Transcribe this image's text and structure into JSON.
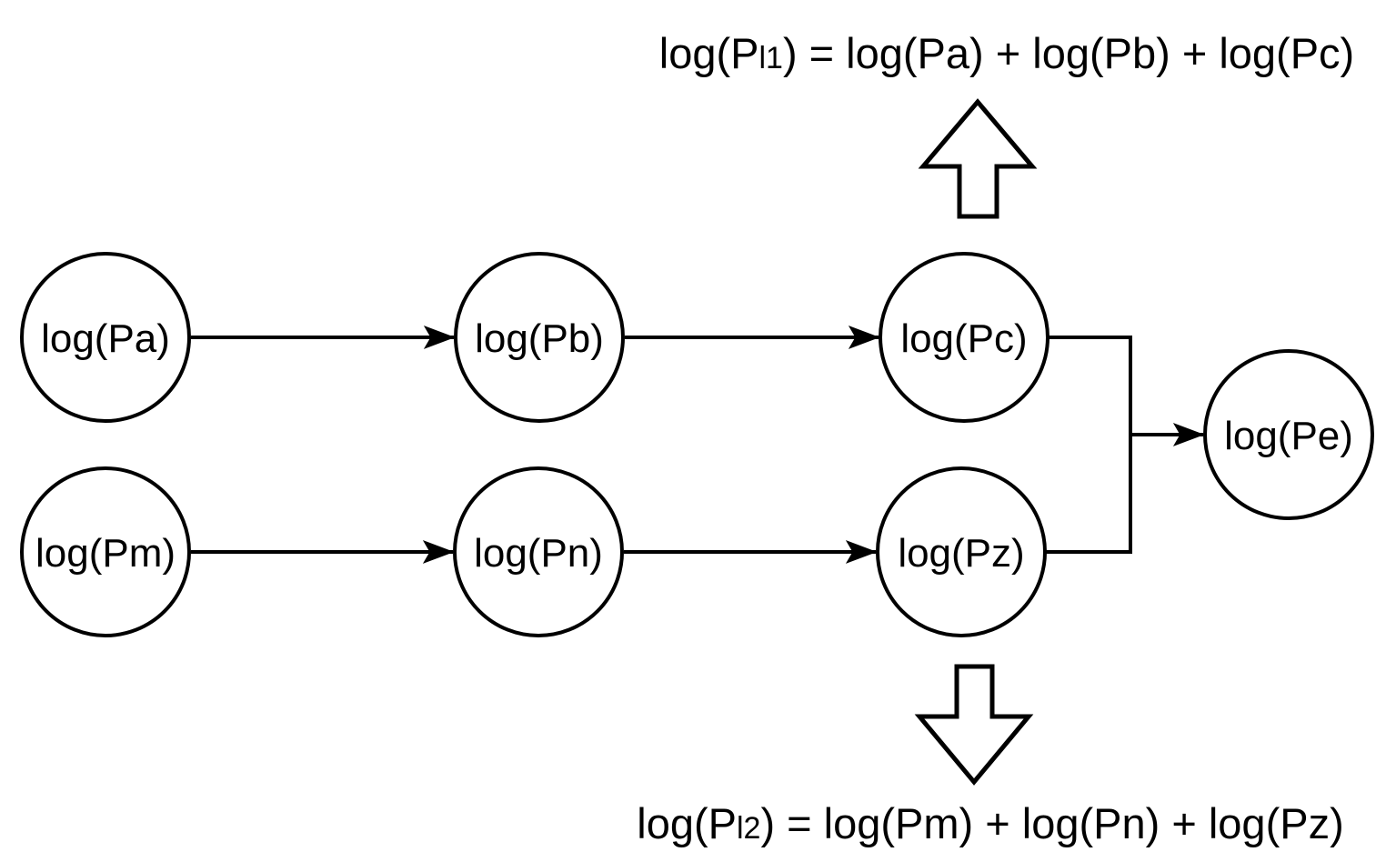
{
  "title": "Log-probability chain diagram",
  "colors": {
    "background": "#ffffff",
    "stroke": "#000000",
    "node_fill": "#ffffff"
  },
  "nodes": {
    "pa": {
      "label": "log(Pa)"
    },
    "pb": {
      "label": "log(Pb)"
    },
    "pc": {
      "label": "log(Pc)"
    },
    "pm": {
      "label": "log(Pm)"
    },
    "pn": {
      "label": "log(Pn)"
    },
    "pz": {
      "label": "log(Pz)"
    },
    "pe": {
      "label": "log(Pe)"
    }
  },
  "edges": [
    {
      "from": "pa",
      "to": "pb"
    },
    {
      "from": "pb",
      "to": "pc"
    },
    {
      "from": "pm",
      "to": "pn"
    },
    {
      "from": "pn",
      "to": "pz"
    },
    {
      "from": "pc",
      "to": "pe"
    },
    {
      "from": "pz",
      "to": "pe"
    }
  ],
  "formulas": {
    "top": {
      "prefix": "log(P",
      "sub": "l1",
      "suffix": ") = log(Pa) + log(Pb) + log(Pc)"
    },
    "bottom": {
      "prefix": "log(P",
      "sub": "l2",
      "suffix": ") = log(Pm) + log(Pn) + log(Pz)"
    }
  },
  "icons": {
    "up_arrow": "block-arrow-up",
    "down_arrow": "block-arrow-down"
  }
}
